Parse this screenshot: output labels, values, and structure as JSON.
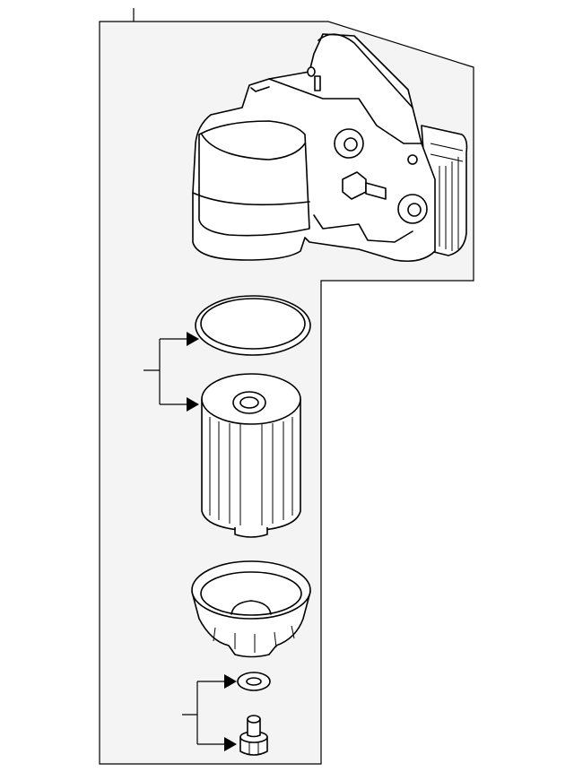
{
  "diagram": {
    "type": "exploded parts diagram",
    "colors": {
      "panel_fill": "#f4f4f4",
      "line": "#000000",
      "background": "#ffffff"
    },
    "parts": [
      {
        "id": "housing",
        "icon": "oil-filter-housing-icon"
      },
      {
        "id": "gasket",
        "icon": "o-ring-gasket-icon"
      },
      {
        "id": "filter-element",
        "icon": "oil-filter-element-icon"
      },
      {
        "id": "filter-cap",
        "icon": "filter-cap-icon"
      },
      {
        "id": "washer",
        "icon": "washer-icon"
      },
      {
        "id": "drain-plug",
        "icon": "drain-plug-icon"
      }
    ]
  }
}
